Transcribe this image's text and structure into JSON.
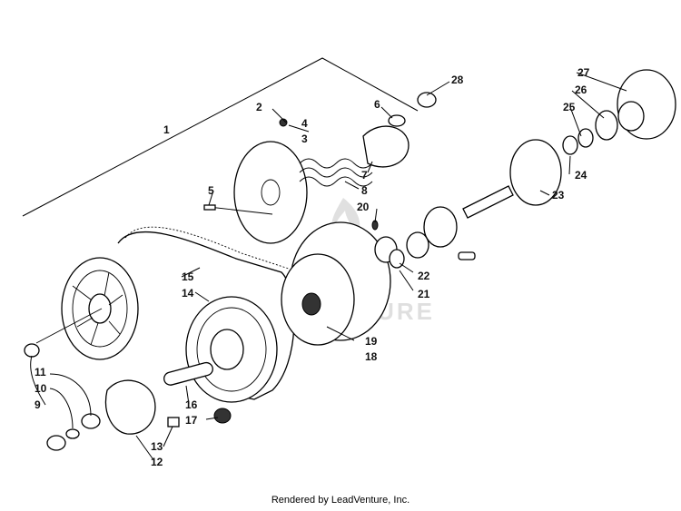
{
  "footer": {
    "text": "Rendered by LeadVenture, Inc."
  },
  "watermark": {
    "text": "LEADVENTURE"
  },
  "callouts": [
    "1",
    "2",
    "3",
    "4",
    "5",
    "6",
    "7",
    "8",
    "9",
    "10",
    "11",
    "12",
    "13",
    "14",
    "15",
    "16",
    "17",
    "18",
    "19",
    "20",
    "21",
    "22",
    "23",
    "24",
    "25",
    "26",
    "27",
    "28"
  ]
}
